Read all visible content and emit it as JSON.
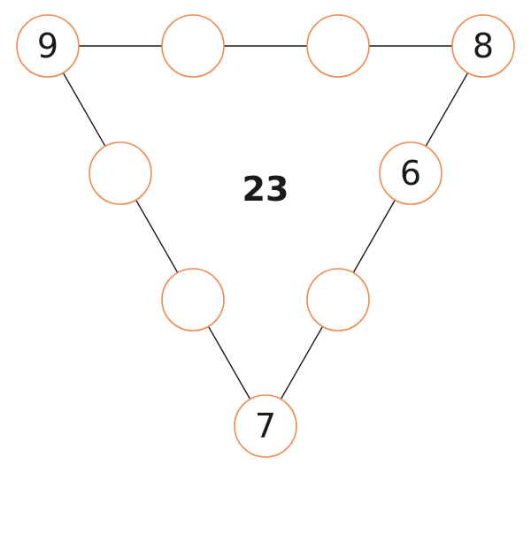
{
  "puzzle": {
    "target_sum": "23",
    "nodes": [
      {
        "id": "top-left-corner",
        "value": "9"
      },
      {
        "id": "top-mid-left",
        "value": ""
      },
      {
        "id": "top-mid-right",
        "value": ""
      },
      {
        "id": "top-right-corner",
        "value": "8"
      },
      {
        "id": "right-upper",
        "value": "6"
      },
      {
        "id": "right-lower",
        "value": ""
      },
      {
        "id": "bottom-corner",
        "value": "7"
      },
      {
        "id": "left-lower",
        "value": ""
      },
      {
        "id": "left-upper",
        "value": ""
      }
    ]
  },
  "colors": {
    "node_outline": "#f0894f",
    "line": "#1a1a1a",
    "text": "#1a1a1a",
    "background": "#ffffff"
  }
}
